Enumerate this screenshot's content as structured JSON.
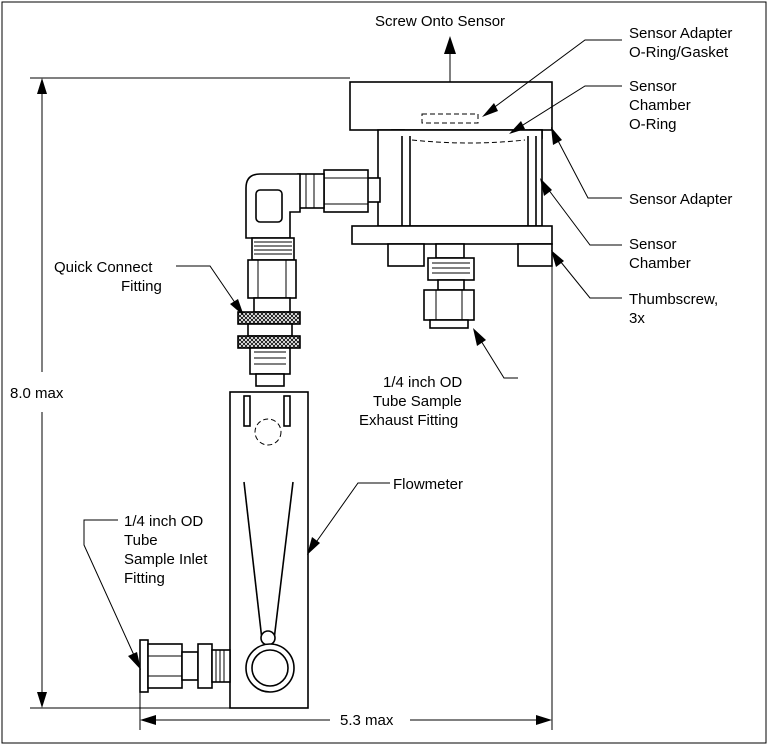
{
  "colors": {
    "stroke": "#000000",
    "background": "#ffffff"
  },
  "labels": {
    "screw_onto_sensor": "Screw Onto Sensor",
    "adapter_oring_line1": "Sensor Adapter",
    "adapter_oring_line2": "O-Ring/Gasket",
    "chamber_oring_line1": "Sensor",
    "chamber_oring_line2": "Chamber",
    "chamber_oring_line3": "O-Ring",
    "sensor_adapter": "Sensor Adapter",
    "sensor_chamber_line1": "Sensor",
    "sensor_chamber_line2": "Chamber",
    "thumbscrew_line1": "Thumbscrew,",
    "thumbscrew_line2": "3x",
    "quick_connect_line1": "Quick Connect",
    "quick_connect_line2": "Fitting",
    "exhaust_line1": "1/4 inch OD",
    "exhaust_line2": "Tube Sample",
    "exhaust_line3": "Exhaust Fitting",
    "flowmeter": "Flowmeter",
    "inlet_line1": "1/4 inch OD",
    "inlet_line2": "Tube",
    "inlet_line3": "Sample Inlet",
    "inlet_line4": "Fitting",
    "dim_height": "8.0 max",
    "dim_width": "5.3 max"
  }
}
